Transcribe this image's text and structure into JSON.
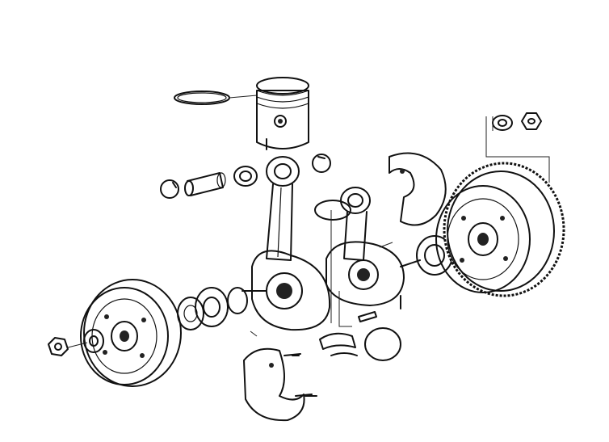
{
  "figure": {
    "type": "exploded-parts-drawing",
    "subject": "crankshaft-flywheel-piston-assembly",
    "ink_color": "#111111",
    "paper_color": "#ffffff"
  },
  "parts": [
    {
      "id": "piston-ring"
    },
    {
      "id": "piston"
    },
    {
      "id": "circlip-left"
    },
    {
      "id": "gudgeon-pin"
    },
    {
      "id": "needle-bearing-small-end"
    },
    {
      "id": "circlip-right"
    },
    {
      "id": "connecting-rod-1"
    },
    {
      "id": "connecting-rod-2"
    },
    {
      "id": "crank-web-left"
    },
    {
      "id": "crank-web-right"
    },
    {
      "id": "main-bearing-left"
    },
    {
      "id": "main-bearing-right"
    },
    {
      "id": "flywheel-left"
    },
    {
      "id": "flywheel-ring-gear-right"
    },
    {
      "id": "nut-left"
    },
    {
      "id": "nut-right"
    },
    {
      "id": "washer-right"
    },
    {
      "id": "balance-weight-upper"
    },
    {
      "id": "balance-weight-lower"
    },
    {
      "id": "bearing-shell"
    },
    {
      "id": "oil-seal-ring"
    },
    {
      "id": "woodruff-key"
    },
    {
      "id": "screws"
    }
  ]
}
